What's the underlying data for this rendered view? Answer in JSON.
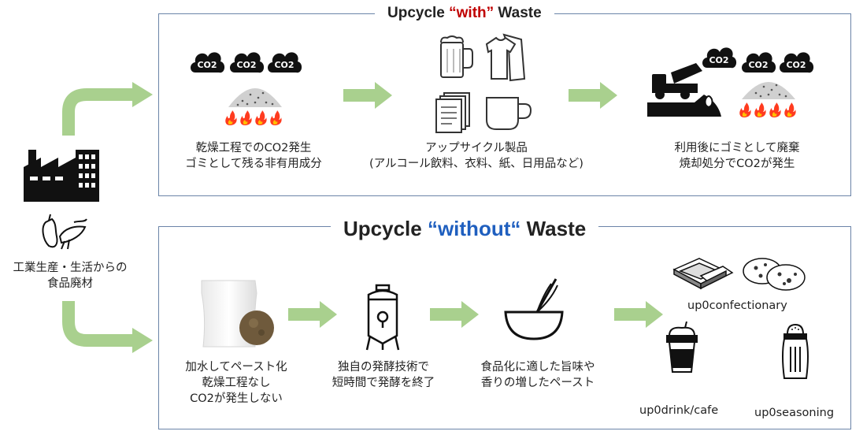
{
  "top": {
    "title_pre": "Upcycle ",
    "title_hl": "“with”",
    "title_post": " Waste",
    "steps": [
      {
        "line1": "乾燥工程でのCO2発生",
        "line2": "ゴミとして残る非有用成分"
      },
      {
        "line1": "アップサイクル製品",
        "line2": "(アルコール飲料、衣料、紙、日用品など)"
      },
      {
        "line1": "利用後にゴミとして廃棄",
        "line2": "焼却処分でCO2が発生"
      }
    ]
  },
  "bottom": {
    "title_pre": "Upcycle ",
    "title_hl": "“without“",
    "title_post": " Waste",
    "steps": [
      {
        "line1": "加水してペースト化",
        "line2": "乾燥工程なし",
        "line3": "CO2が発生しない"
      },
      {
        "line1": "独自の発酵技術で",
        "line2": "短時間で発酵を終了"
      },
      {
        "line1": "食品化に適した旨味や",
        "line2": "香りの増したペースト"
      }
    ],
    "products": [
      "up0confectionary",
      "up0drink/cafe",
      "up0seasoning"
    ]
  },
  "source": {
    "line1": "工業生産・生活からの",
    "line2": "食品廃材"
  },
  "co2_label": "CO2",
  "colors": {
    "arrow": "#a9d08e",
    "frame": "#6b84a8",
    "red": "#c00000",
    "blue": "#1f5fbf"
  }
}
